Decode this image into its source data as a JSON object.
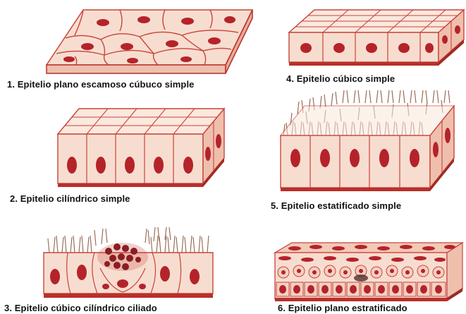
{
  "colors": {
    "cell_fill": "#f7ddd0",
    "cell_top": "#fbe8de",
    "cell_side": "#efbfae",
    "membrane": "#c9443a",
    "nucleus": "#b5232a",
    "basement": "#b8302a",
    "cilia": "#9a6d58",
    "caption_text": "#111111",
    "background": "#ffffff"
  },
  "panels": [
    {
      "id": "p1",
      "caption": "1. Epitelio plano escamoso cúbuco simple"
    },
    {
      "id": "p2",
      "caption": "2. Epitelio cilíndrico simple"
    },
    {
      "id": "p3",
      "caption": "3. Epitelio cúbico cilíndrico ciliado"
    },
    {
      "id": "p4",
      "caption": "4. Epitelio cúbico simple"
    },
    {
      "id": "p5",
      "caption": "5. Epitelio estatificado simple"
    },
    {
      "id": "p6",
      "caption": "6. Epitelio plano estratificado"
    }
  ]
}
